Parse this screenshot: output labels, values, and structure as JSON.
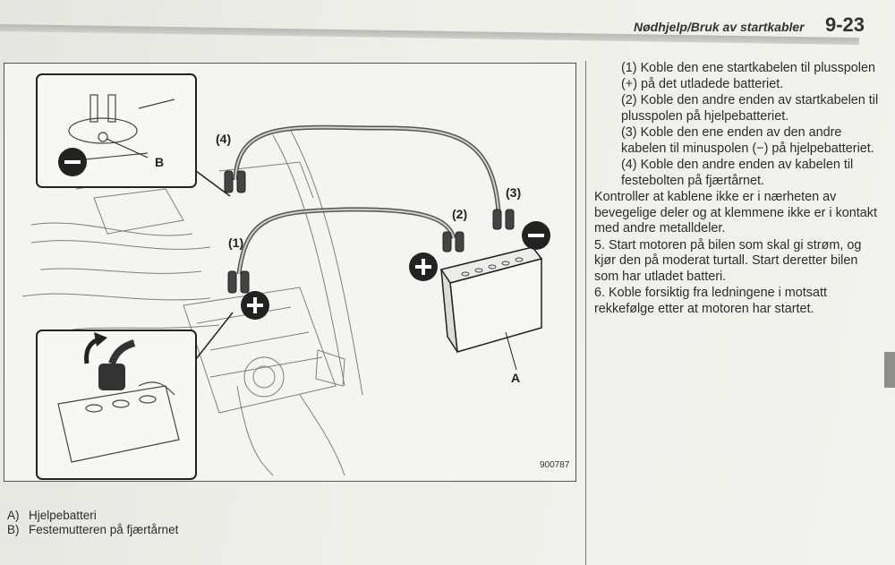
{
  "header": {
    "title": "Nødhjelp/Bruk av startkabler",
    "page_number": "9-23"
  },
  "figure": {
    "code": "900787",
    "labels": {
      "step1": "(1)",
      "step2": "(2)",
      "step3": "(3)",
      "step4": "(4)",
      "battery": "A",
      "nut": "B"
    },
    "symbols": {
      "plus": "+",
      "minus": "−"
    }
  },
  "instructions": [
    "(1) Koble den ene startkabelen til plusspolen (+) på det utladede batteriet.",
    "(2) Koble den andre enden av startkabelen til plusspolen på hjelpebatteriet.",
    "(3) Koble den ene enden av den andre kabelen til minuspolen (−) på hjelpebatteriet.",
    "(4) Koble den andre enden av kabelen til festebolten på fjærtårnet.",
    "Kontroller at kablene ikke er i nærheten av bevegelige deler og at klemmene ikke er i kontakt med andre metalldeler.",
    "5. Start motoren på bilen som skal gi strøm, og kjør den på moderat turtall. Start deretter bilen som har utladet batteri.",
    "6. Koble forsiktig fra ledningene i motsatt rekkefølge etter at motoren har startet."
  ],
  "captions": [
    {
      "key": "A)",
      "text": "Hjelpebatteri"
    },
    {
      "key": "B)",
      "text": "Festemutteren på fjærtårnet"
    }
  ]
}
